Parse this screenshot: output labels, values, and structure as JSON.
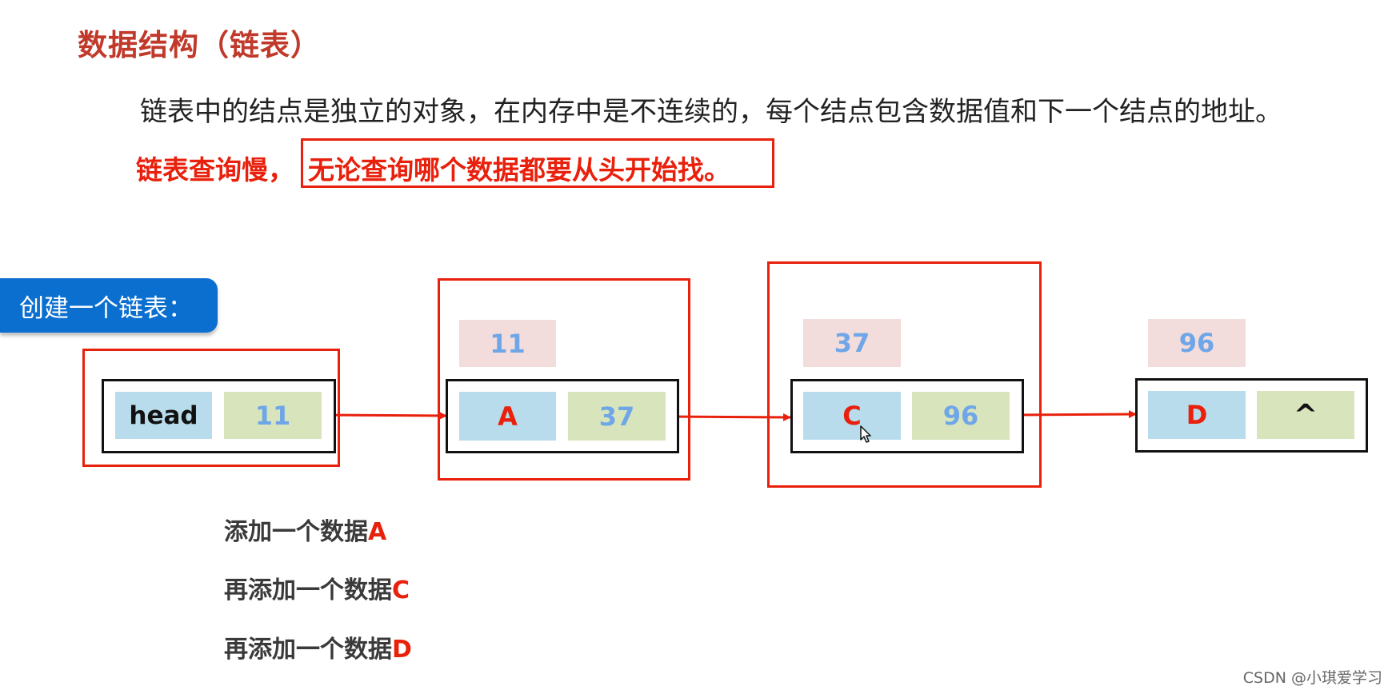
{
  "title": "数据结构（链表）",
  "description": "链表中的结点是独立的对象，在内存中是不连续的，每个结点包含数据值和下一个结点的地址。",
  "query": {
    "prefix": "链表查询慢，",
    "highlight": "无论查询哪个数据都要从头开始找。"
  },
  "create_button": "创建一个链表：",
  "head_node": {
    "label": "head",
    "pointer": "11"
  },
  "nodes": [
    {
      "address": "11",
      "data": "A",
      "next": "37"
    },
    {
      "address": "37",
      "data": "C",
      "next": "96"
    },
    {
      "address": "96",
      "data": "D",
      "next": "^"
    }
  ],
  "steps": [
    {
      "text": "添加一个数据",
      "value": "A"
    },
    {
      "text": "再添加一个数据",
      "value": "C"
    },
    {
      "text": "再添加一个数据",
      "value": "D"
    }
  ],
  "watermark": "CSDN @小琪爱学习",
  "colors": {
    "title": "#c0392b",
    "highlight_red": "#e8200c",
    "button_blue": "#0b6fd0",
    "data_cell": "#b8dceb",
    "pointer_cell": "#d8e4bc",
    "address_tag": "#f3dcdc",
    "pointer_text": "#6ea6e8"
  }
}
